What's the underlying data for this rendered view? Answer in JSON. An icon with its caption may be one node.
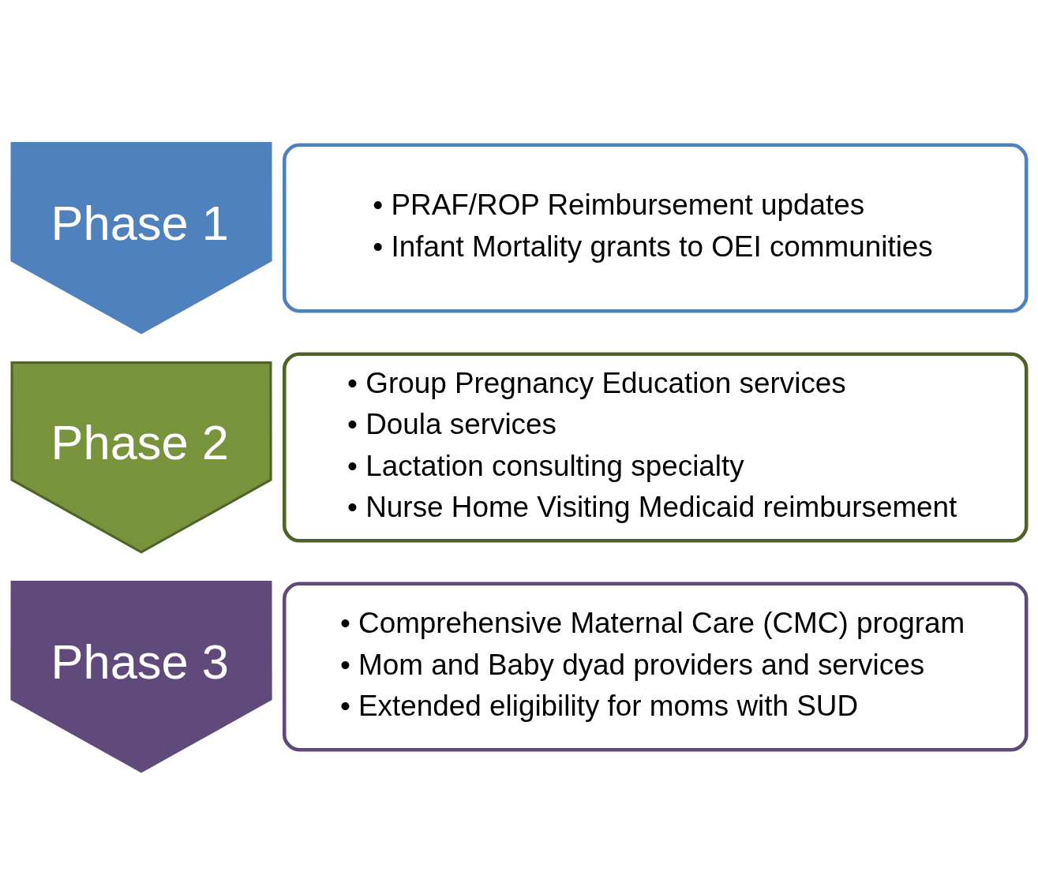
{
  "diagram": {
    "nodes": [
      {
        "text": [
          "Phase 1"
        ]
      },
      {
        "text": [
          "• PRAF/ROP Reimbursement updates",
          "• Infant Mortality grants to OEI communities"
        ]
      },
      {
        "text": [
          "Phase 2"
        ]
      },
      {
        "text": [
          "• Group Pregnancy Education services",
          "• Doula services",
          "• Lactation consulting specialty",
          "• Nurse Home Visiting Medicaid reimbursement"
        ]
      },
      {
        "text": [
          "Phase 3"
        ]
      },
      {
        "text": [
          "• Comprehensive Maternal Care (CMC) program",
          "• Mom and Baby dyad providers and services",
          "• Extended eligibility for moms with SUD"
        ]
      }
    ]
  }
}
